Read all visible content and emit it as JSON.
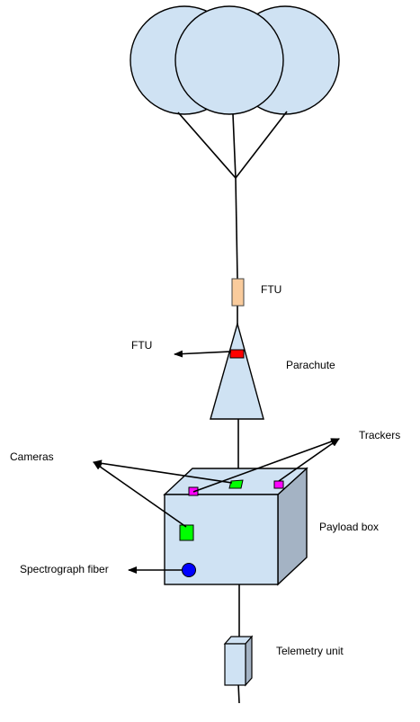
{
  "labels": {
    "ftu_top": "FTU",
    "ftu_left": "FTU",
    "parachute": "Parachute",
    "trackers": "Trackers",
    "cameras": "Cameras",
    "payload_box": "Payload box",
    "spectrograph_fiber": "Spectrograph fiber",
    "telemetry_unit": "Telemetry unit"
  },
  "colors": {
    "balloon_fill": "#cfe2f3",
    "payload_fill": "#cfe2f3",
    "payload_side": "#a4b3c4",
    "ftu_upper": "#f9cb9c",
    "ftu_lower": "#ff0000",
    "camera": "#00ff00",
    "tracker": "#ff00ff",
    "spectrograph": "#0000ff"
  }
}
